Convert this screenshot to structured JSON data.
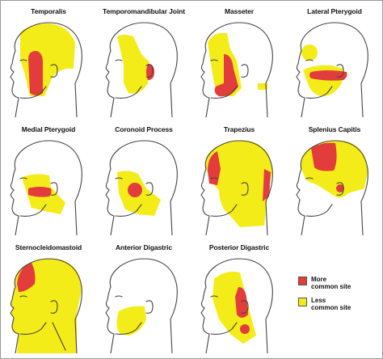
{
  "colors": {
    "more": "#e23c3c",
    "less": "#f4ec19",
    "outline": "#444444"
  },
  "panels": [
    {
      "label": "Temporalis"
    },
    {
      "label": "Temporomandibular Joint"
    },
    {
      "label": "Masseter"
    },
    {
      "label": "Lateral Pterygoid"
    },
    {
      "label": "Medial Pterygoid"
    },
    {
      "label": "Coronoid Process"
    },
    {
      "label": "Trapezius"
    },
    {
      "label": "Splenius Capitis"
    },
    {
      "label": "Sternocleidomastoid"
    },
    {
      "label": "Anterior Digastric"
    },
    {
      "label": "Posterior Digastric"
    }
  ],
  "legend": [
    {
      "key": "more",
      "label": "More common site"
    },
    {
      "key": "less",
      "label": "Less common site"
    }
  ]
}
